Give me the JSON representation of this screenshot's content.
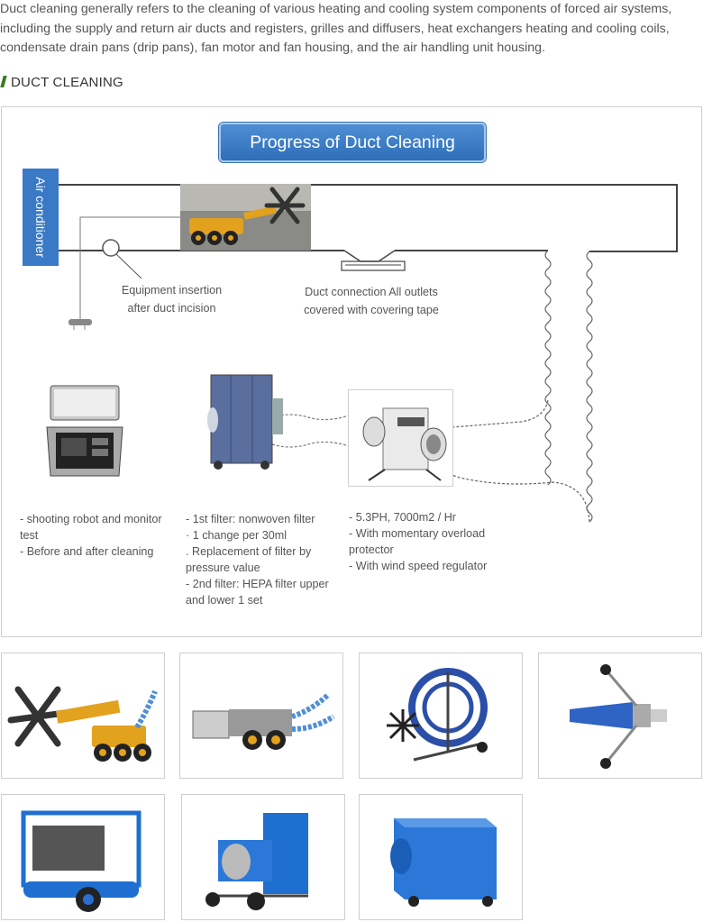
{
  "intro": "Duct cleaning generally refers to the cleaning of various heating and cooling system components of forced air systems, including the supply and return air ducts and registers, grilles and diffusers, heat exchangers heating and cooling coils, condensate drain pans (drip pans), fan motor and fan housing, and the air handling unit housing.",
  "section": {
    "title": "DUCT CLEANING"
  },
  "diagram": {
    "banner": "Progress of Duct Cleaning",
    "ac_label": "Air conditioner",
    "label_insertion_1": "Equipment insertion",
    "label_insertion_2": "after duct incision",
    "label_connection_1": "Duct connection All outlets",
    "label_connection_2": "covered with covering tape",
    "monitor_notes": [
      "- shooting robot and monitor",
      "   test",
      "- Before and after cleaning"
    ],
    "filter_notes": [
      "- 1st filter: nonwoven filter",
      "   · 1 change per 30ml",
      "   . Replacement of filter by",
      "     pressure value",
      "- 2nd filter: HEPA filter upper",
      "   and lower 1 set"
    ],
    "blower_notes": [
      "- 5.3PH, 7000m2 / Hr",
      "- With momentary overload",
      "   protector",
      "- With wind speed regulator"
    ]
  },
  "icons": {
    "robot_photo": "duct-robot-icon",
    "monitor_case": "monitor-case-icon",
    "filter_unit": "filter-unit-icon",
    "blower": "blower-icon"
  },
  "colors": {
    "banner": "#3a7cc8",
    "ac_box": "#3a79c6",
    "accent": "#3c7a22"
  },
  "gallery": [
    {
      "name": "brush-robot-photo"
    },
    {
      "name": "camera-robot-photo"
    },
    {
      "name": "cable-reel-brush-photo"
    },
    {
      "name": "nozzle-tool-photo"
    },
    {
      "name": "compressor-photo"
    },
    {
      "name": "blower-unit-photo"
    },
    {
      "name": "filter-box-photo"
    }
  ]
}
